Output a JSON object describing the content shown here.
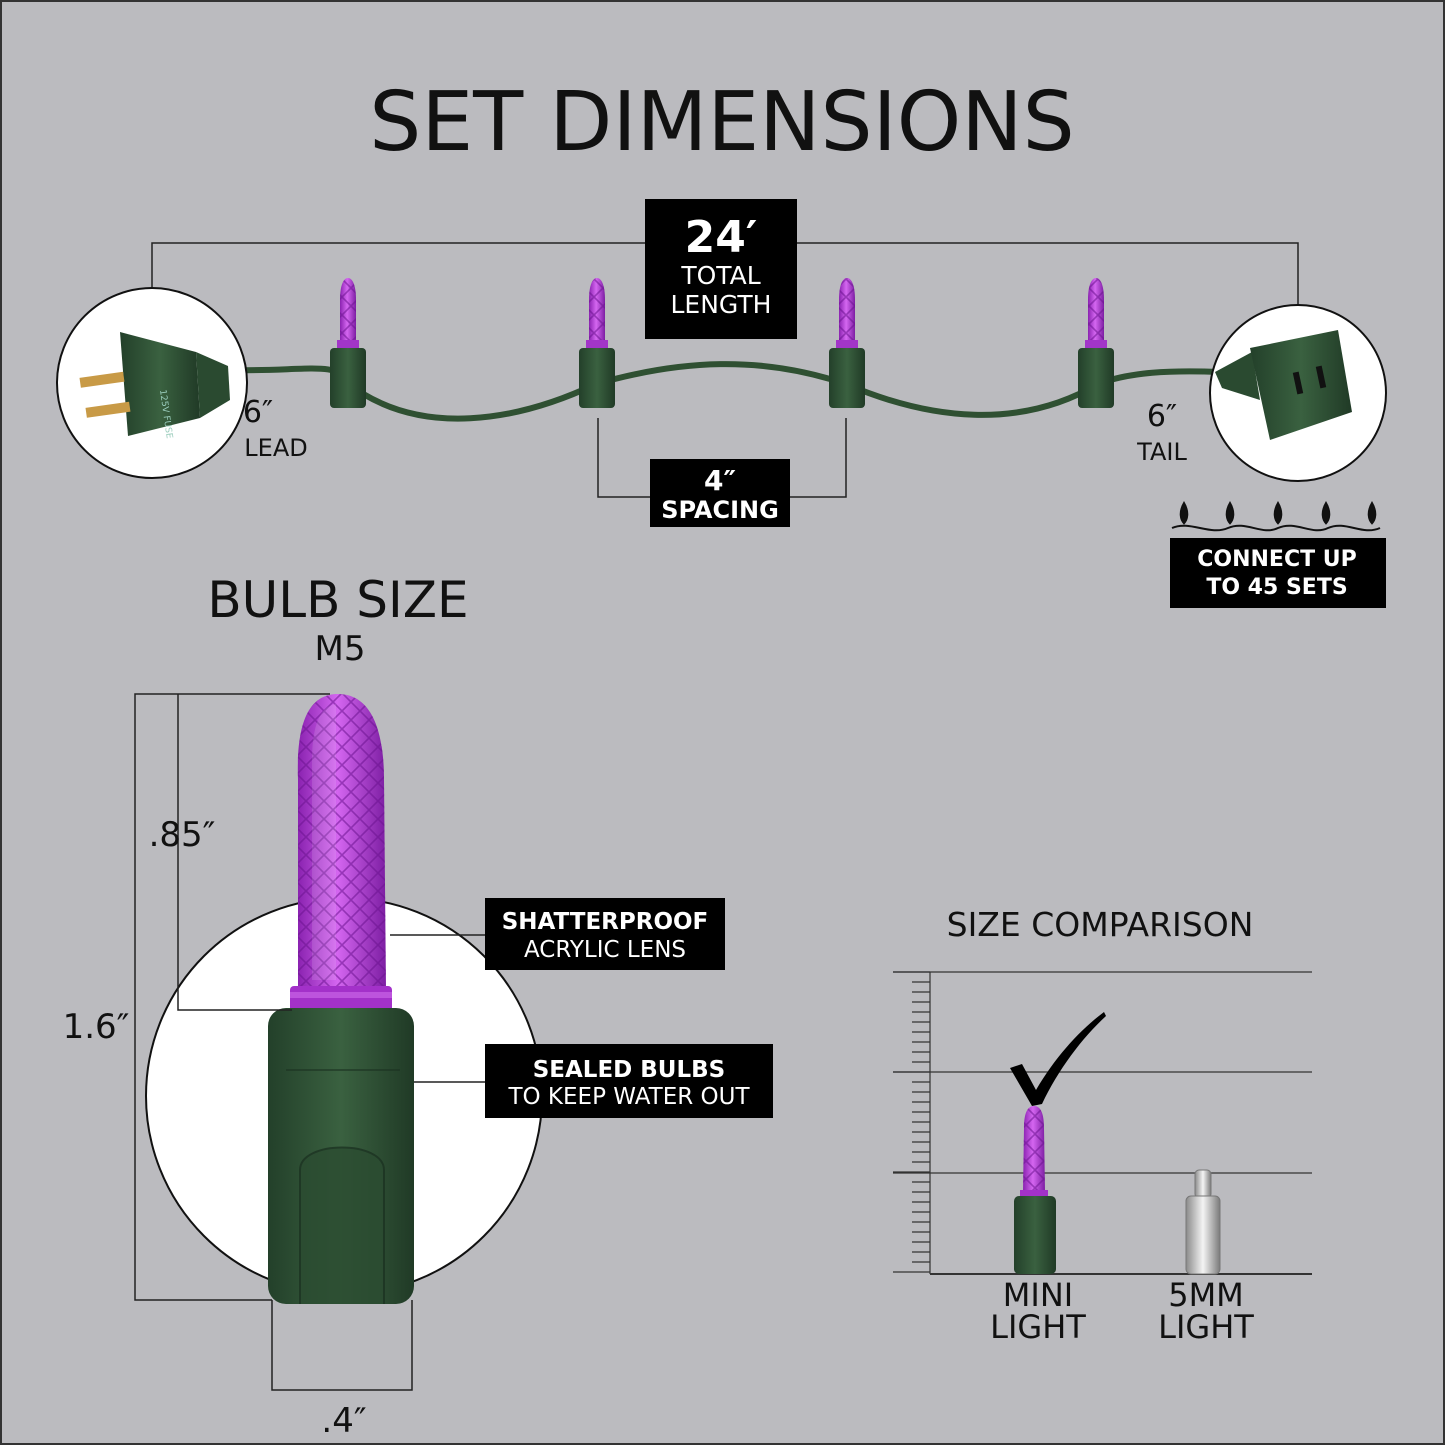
{
  "title": "SET DIMENSIONS",
  "total_length": {
    "value": "24′",
    "line1": "TOTAL",
    "line2": "LENGTH"
  },
  "lead": {
    "value": "6″",
    "label": "LEAD"
  },
  "tail": {
    "value": "6″",
    "label": "TAIL"
  },
  "spacing": {
    "value": "4″",
    "label": "SPACING"
  },
  "connect": {
    "line1": "CONNECT UP",
    "line2": "TO 45 SETS"
  },
  "bulb_size": {
    "title": "BULB SIZE",
    "model": "M5"
  },
  "dims": {
    "lens_height": ".85″",
    "bulb_height": "1.6″",
    "base_width": ".4″"
  },
  "callouts": {
    "lens": {
      "line1": "SHATTERPROOF",
      "line2": "ACRYLIC LENS"
    },
    "sealed": {
      "line1": "SEALED BULBS",
      "line2": "TO KEEP WATER OUT"
    }
  },
  "comparison": {
    "title": "SIZE COMPARISON",
    "mini": {
      "line1": "MINI",
      "line2": "LIGHT"
    },
    "fivemm": {
      "line1": "5MM",
      "line2": "LIGHT"
    }
  },
  "colors": {
    "background": "#bbbbbf",
    "wire_green": "#2f5032",
    "bulb_purple": "#b13fd6",
    "label_black": "#000000"
  }
}
